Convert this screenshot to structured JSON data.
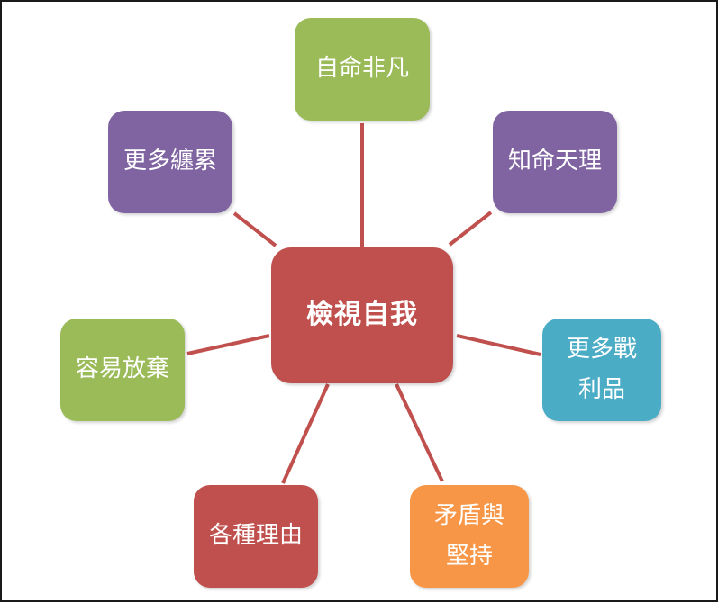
{
  "colors": {
    "connector": "#c0504d",
    "center": "#c0504d",
    "green": "#9bbb59",
    "purple": "#8064a2",
    "teal": "#4bacc6",
    "orange": "#f79646",
    "red": "#c0504d"
  },
  "diagram": {
    "center": {
      "label": "檢視自我",
      "color": "#c0504d"
    },
    "nodes": [
      {
        "id": "top",
        "lines": [
          "自命非凡"
        ],
        "color": "#9bbb59"
      },
      {
        "id": "top-right",
        "lines": [
          "知命天理"
        ],
        "color": "#8064a2"
      },
      {
        "id": "right",
        "lines": [
          "更多戰",
          "利品"
        ],
        "color": "#4bacc6"
      },
      {
        "id": "bottom-right",
        "lines": [
          "矛盾與",
          "堅持"
        ],
        "color": "#f79646"
      },
      {
        "id": "bottom-left",
        "lines": [
          "各種理由"
        ],
        "color": "#c0504d"
      },
      {
        "id": "left",
        "lines": [
          "容易放棄"
        ],
        "color": "#9bbb59"
      },
      {
        "id": "top-left",
        "lines": [
          "更多纏累"
        ],
        "color": "#8064a2"
      }
    ]
  }
}
